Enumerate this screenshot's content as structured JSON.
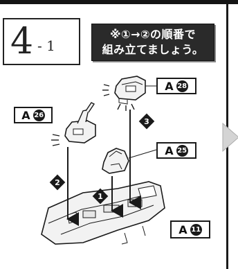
{
  "step": {
    "major": "4",
    "minor": "- 1"
  },
  "note": {
    "line1": "※①→②の順番で",
    "line2": "組み立てましょう。"
  },
  "parts": {
    "p28": {
      "letter": "A",
      "number": "28"
    },
    "p26": {
      "letter": "A",
      "number": "26"
    },
    "p25": {
      "letter": "A",
      "number": "25"
    },
    "p11": {
      "letter": "A",
      "number": "11"
    }
  },
  "sequence": {
    "first": "1",
    "second": "2",
    "third": "3"
  },
  "colors": {
    "ink": "#1a1a1a",
    "part_fill": "#f2f2f2",
    "next_arrow": "#d4d4d4"
  }
}
